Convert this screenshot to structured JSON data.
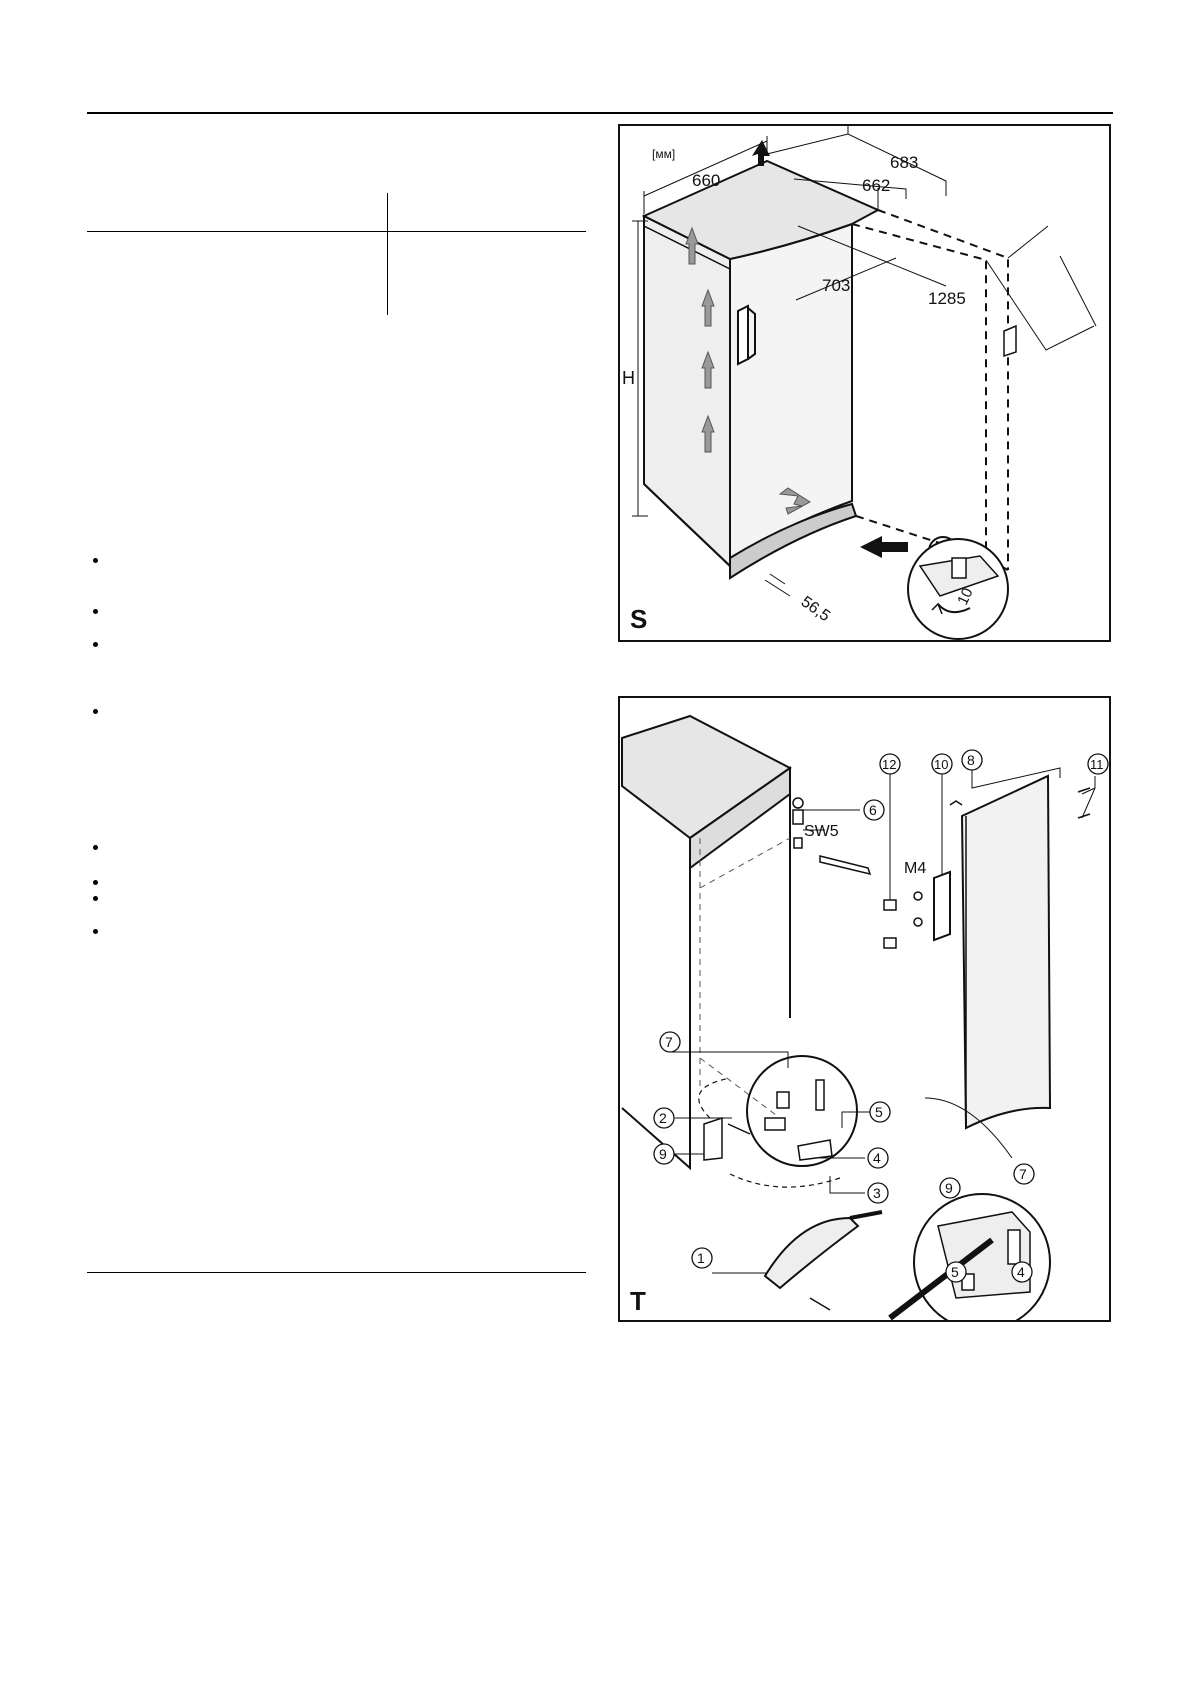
{
  "figure_s": {
    "letter": "S",
    "unit": "[мм]",
    "dims": {
      "d660": "660",
      "d683": "683",
      "d662": "662",
      "d703": "703",
      "d1285": "1285",
      "dH": "H",
      "d56": "56,5",
      "d10": "10"
    }
  },
  "figure_t": {
    "letter": "T",
    "callouts": {
      "c1": "1",
      "c2": "2",
      "c3": "3",
      "c4": "4",
      "c5": "5",
      "c6": "6",
      "c7": "7",
      "c8": "8",
      "c9": "9",
      "c10": "10",
      "c11": "11",
      "c12": "12",
      "c5b": "5",
      "c4b": "4",
      "c7b": "7",
      "c9b": "9"
    },
    "labels": {
      "sw5": "SW5",
      "m4": "M4"
    }
  }
}
